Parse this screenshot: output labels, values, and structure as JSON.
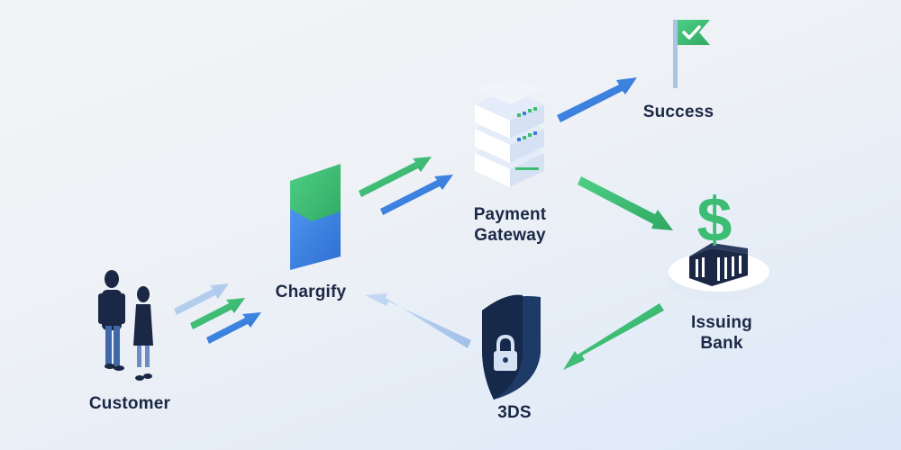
{
  "nodes": {
    "customer": {
      "label": "Customer"
    },
    "chargify": {
      "label": "Chargify"
    },
    "gateway": {
      "label_line1": "Payment",
      "label_line2": "Gateway"
    },
    "success": {
      "label": "Success"
    },
    "bank": {
      "label_line1": "Issuing",
      "label_line2": "Bank"
    },
    "threeds": {
      "label": "3DS"
    }
  },
  "icons": {
    "customer": "people-icon",
    "chargify": "chargify-logo-icon",
    "gateway": "server-stack-icon",
    "success": "checkmark-flag-icon",
    "bank": "bank-dollar-icon",
    "threeds": "shield-lock-icon"
  },
  "colors": {
    "green": "#3dbd74",
    "blue": "#3a7fe0",
    "light_blue": "#aac6ea",
    "navy": "#1b2845"
  }
}
